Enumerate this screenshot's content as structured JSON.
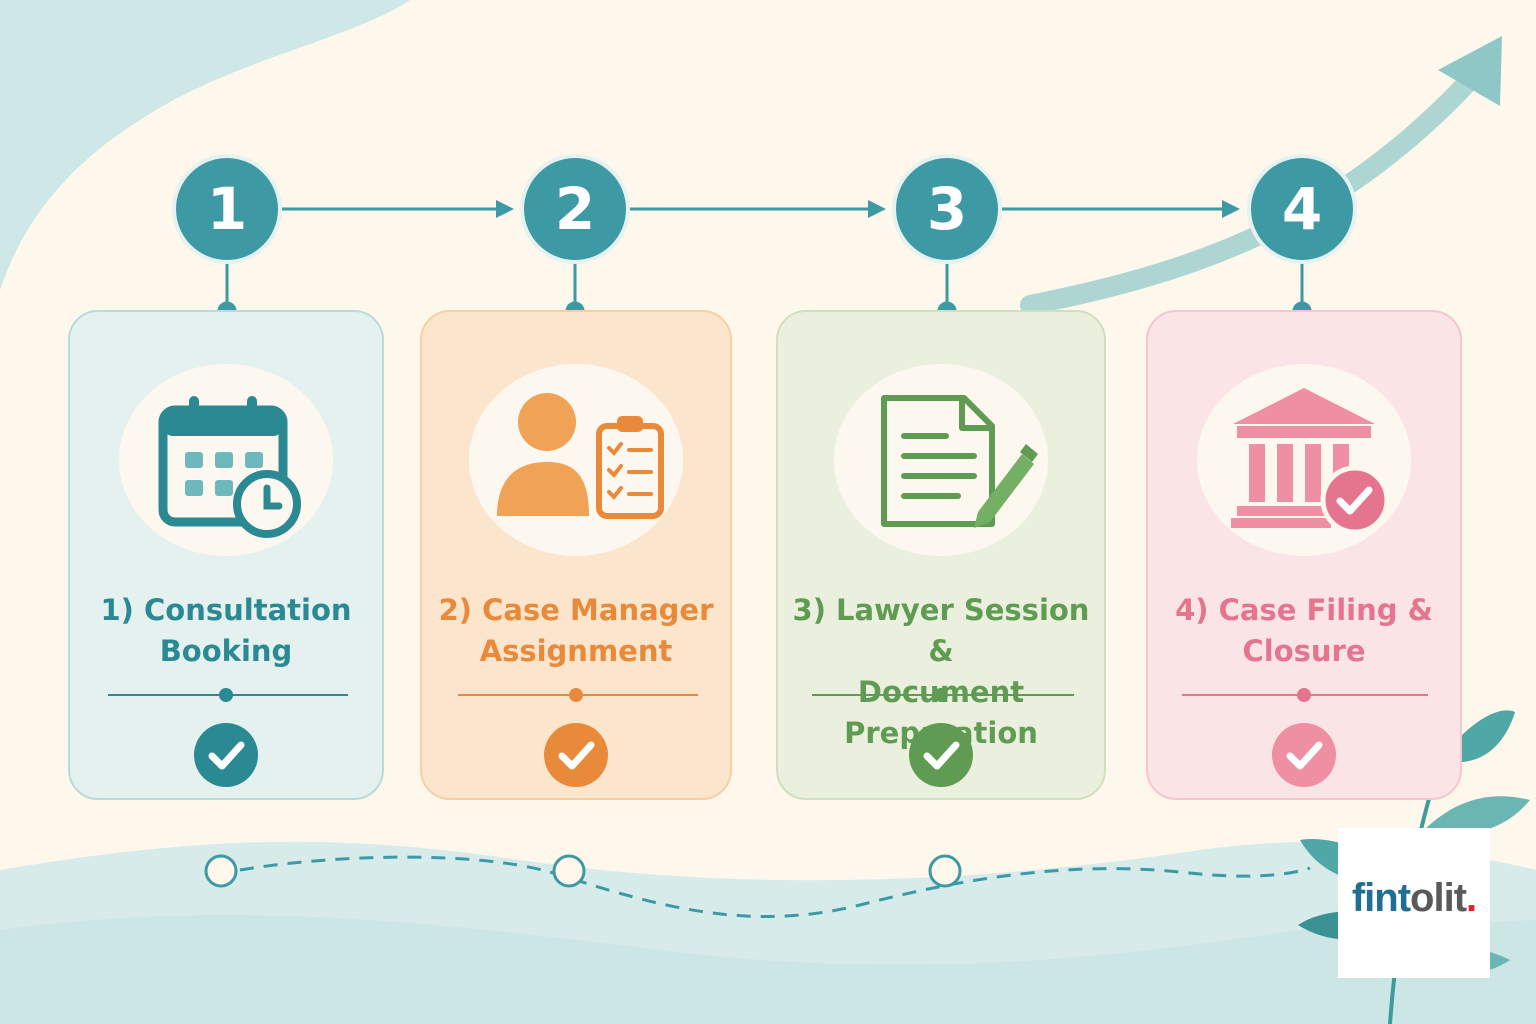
{
  "steps": [
    {
      "number": "1",
      "title": "1) Consultation\nBooking",
      "icon": "calendar-clock-icon",
      "color": "#2a8992",
      "card_bg": "#e4f1ef",
      "card_border": "#b9dbda"
    },
    {
      "number": "2",
      "title": "2) Case Manager\nAssignment",
      "icon": "person-clipboard-icon",
      "color": "#e9893a",
      "card_bg": "#fbe5cc",
      "card_border": "#f6cfa3"
    },
    {
      "number": "3",
      "title": "3) Lawyer Session &\nDocument Preparation",
      "icon": "document-pen-icon",
      "color": "#5f9b52",
      "card_bg": "#eaf0dd",
      "card_border": "#cfe0bf"
    },
    {
      "number": "4",
      "title": "4) Case Filing &\nClosure",
      "icon": "courthouse-check-icon",
      "color": "#e5758f",
      "card_bg": "#fbe4e6",
      "card_border": "#f5c6cf"
    }
  ],
  "brand": {
    "part1": "fint",
    "part2": "olit",
    "part3": "."
  },
  "colors": {
    "accent": "#3d9aa4",
    "background": "#fdf7ec"
  }
}
